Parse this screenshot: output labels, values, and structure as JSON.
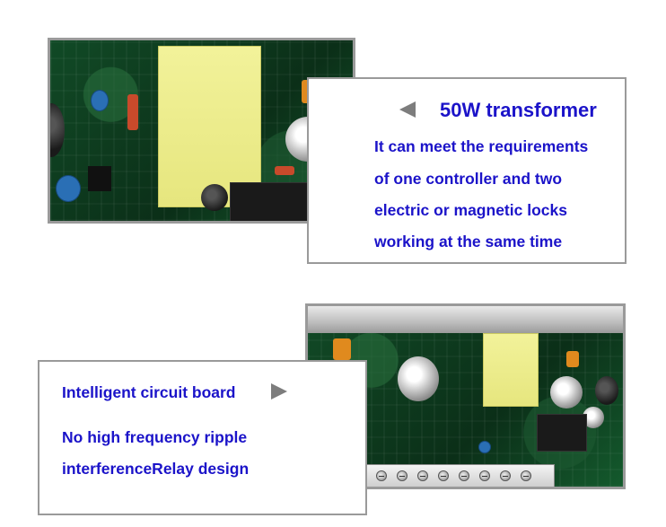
{
  "top_callout": {
    "title": "50W transformer",
    "lines": [
      "It can meet the requirements",
      "of one controller and two",
      "electric or magnetic locks",
      "working at the same time"
    ]
  },
  "bottom_callout": {
    "title": "Intelligent circuit board",
    "lines": [
      "No high frequency ripple",
      "interferenceRelay design"
    ]
  },
  "colors": {
    "text": "#1b13c9",
    "border": "#9a9a9a",
    "arrow": "#7d7d7d",
    "pcb_green": "#0f3a20",
    "transformer_yellow": "#eeee8c"
  }
}
